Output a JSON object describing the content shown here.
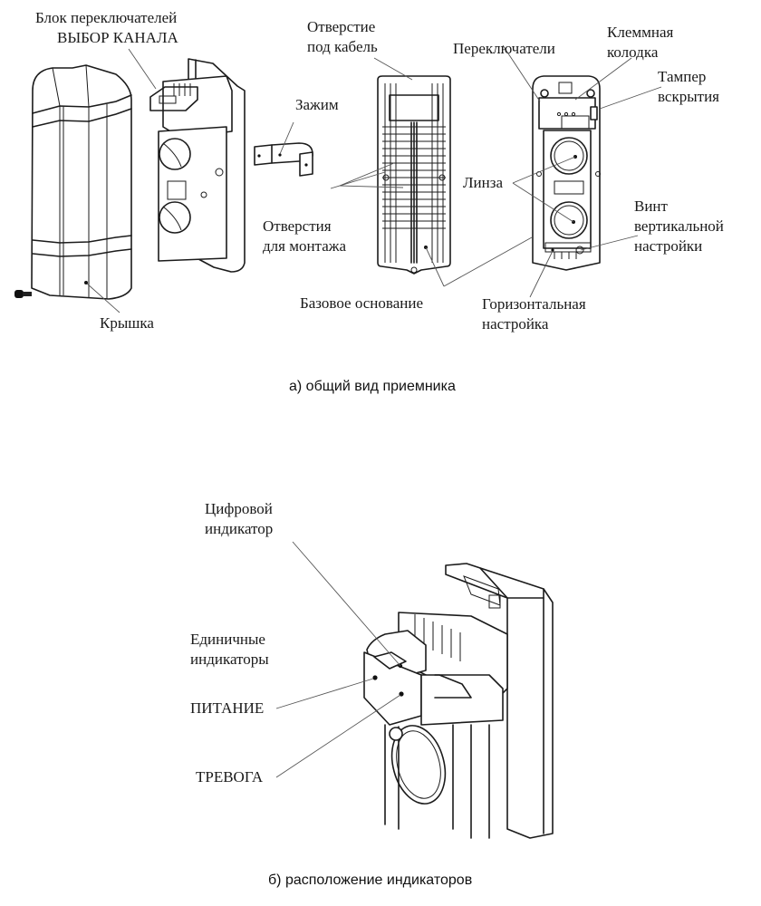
{
  "figure_a": {
    "caption": "а) общий вид приемника",
    "labels": {
      "switch_block_line1": "Блок переключателей",
      "switch_block_line2": "ВЫБОР КАНАЛА",
      "cover": "Крышка",
      "clamp": "Зажим",
      "mount_holes_line1": "Отверстия",
      "mount_holes_line2": "для монтажа",
      "cable_hole_line1": "Отверстие",
      "cable_hole_line2": "под кабель",
      "base": "Базовое основание",
      "switches": "Переключатели",
      "terminal_line1": "Клеммная",
      "terminal_line2": "колодка",
      "tamper_line1": "Тампер",
      "tamper_line2": "вскрытия",
      "lens": "Линза",
      "vscrew_line1": "Винт",
      "vscrew_line2": "вертикальной",
      "vscrew_line3": "настройки",
      "horiz_line1": "Горизонтальная",
      "horiz_line2": "настройка"
    }
  },
  "figure_b": {
    "caption": "б) расположение индикаторов",
    "labels": {
      "digital_line1": "Цифровой",
      "digital_line2": "индикатор",
      "single_line1": "Единичные",
      "single_line2": "индикаторы",
      "power": "ПИТАНИЕ",
      "alarm": "ТРЕВОГА"
    }
  }
}
